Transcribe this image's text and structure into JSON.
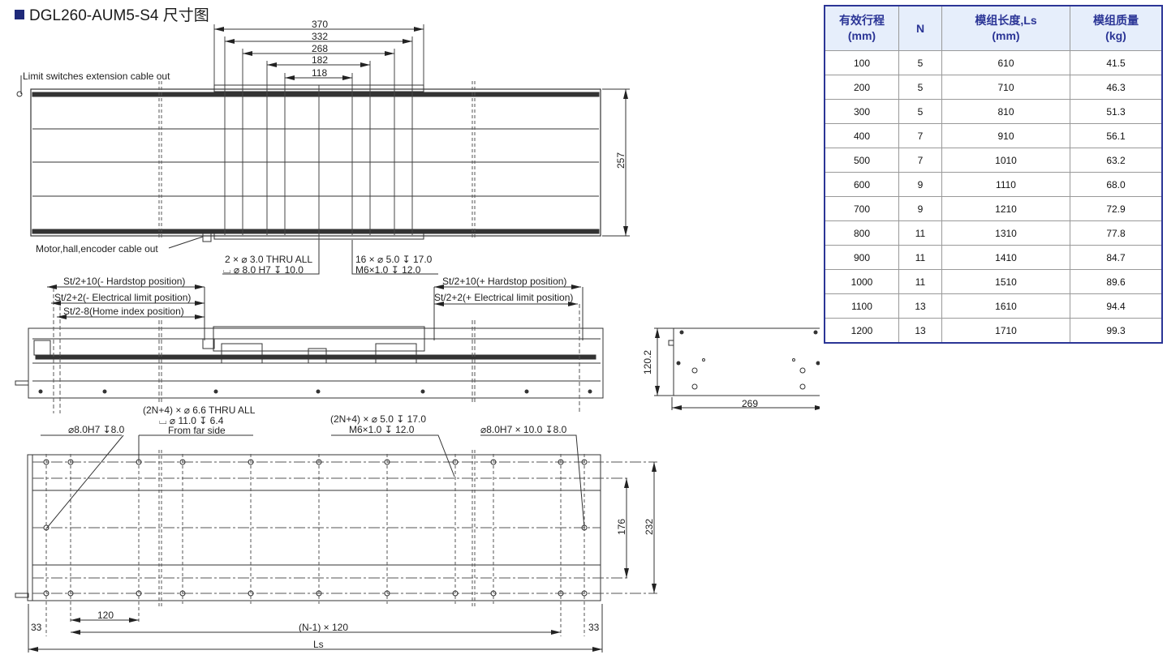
{
  "header": {
    "title": "DGL260-AUM5-S4 尺寸图",
    "accent_color": "#1f2a7a"
  },
  "top_view": {
    "dims_top": [
      "370",
      "332",
      "268",
      "182",
      "118"
    ],
    "dim_height": "257",
    "label_limit_cable": "Limit switches extension cable out",
    "label_motor_cable": "Motor,hall,encoder cable out",
    "callout_left": [
      "2 × ⌀ 3.0 THRU ALL",
      "⌴ ⌀ 8.0 H7 ↧ 10.0"
    ],
    "callout_right": [
      "16 × ⌀ 5.0 ↧ 17.0",
      "M6×1.0    ↧ 12.0"
    ]
  },
  "side_view": {
    "left_dims": [
      "St/2+10(- Hardstop position)",
      "St/2+2(- Electrical limit position)",
      "St/2-8(Home index position)"
    ],
    "right_dims": [
      "St/2+10(+ Hardstop position)",
      "St/2+2(+ Electrical limit position)"
    ]
  },
  "end_view": {
    "height": "120.2",
    "width": "269"
  },
  "bottom_view": {
    "callout_pin_left": "⌀8.0H7 ↧8.0",
    "callout_thru": [
      "(2N+4) × ⌀ 6.6 THRU ALL",
      "⌴ ⌀ 11.0 ↧ 6.4",
      "From far side"
    ],
    "callout_tap": [
      "(2N+4) × ⌀ 5.0 ↧ 17.0",
      "M6×1.0      ↧ 12.0"
    ],
    "callout_pin_right": "⌀8.0H7 × 10.0 ↧8.0",
    "dim_176": "176",
    "dim_232": "232",
    "dim_120": "120",
    "dim_33_left": "33",
    "dim_33_right": "33",
    "dim_pitch": "(N-1) × 120",
    "dim_ls": "Ls"
  },
  "spec_table": {
    "headers": [
      [
        "有效行程",
        "(mm)"
      ],
      [
        "N",
        ""
      ],
      [
        "模组长度,Ls",
        "(mm)"
      ],
      [
        "模组质量",
        "(kg)"
      ]
    ],
    "rows": [
      [
        "100",
        "5",
        "610",
        "41.5"
      ],
      [
        "200",
        "5",
        "710",
        "46.3"
      ],
      [
        "300",
        "5",
        "810",
        "51.3"
      ],
      [
        "400",
        "7",
        "910",
        "56.1"
      ],
      [
        "500",
        "7",
        "1010",
        "63.2"
      ],
      [
        "600",
        "9",
        "1110",
        "68.0"
      ],
      [
        "700",
        "9",
        "1210",
        "72.9"
      ],
      [
        "800",
        "11",
        "1310",
        "77.8"
      ],
      [
        "900",
        "11",
        "1410",
        "84.7"
      ],
      [
        "1000",
        "11",
        "1510",
        "89.6"
      ],
      [
        "1100",
        "13",
        "1610",
        "94.4"
      ],
      [
        "1200",
        "13",
        "1710",
        "99.3"
      ]
    ],
    "header_bg": "#e6eefb",
    "border_color": "#2b3596"
  }
}
